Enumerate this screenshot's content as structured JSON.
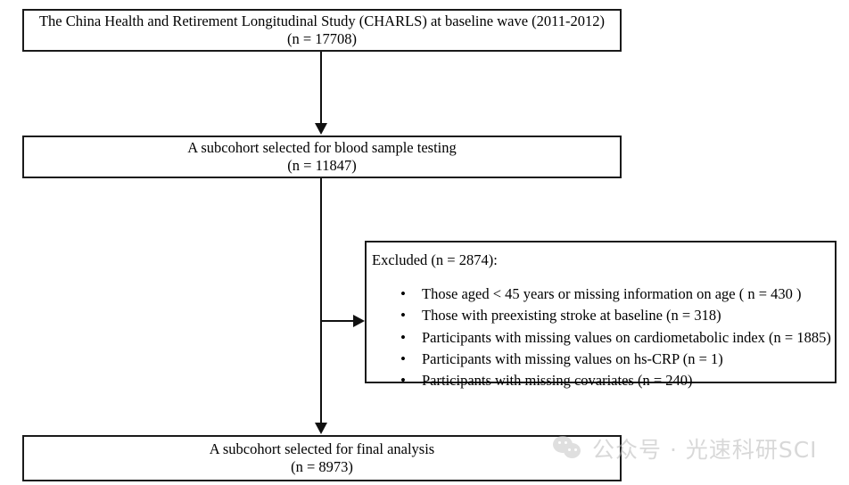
{
  "diagram": {
    "type": "flowchart",
    "title": "Participant selection flow diagram",
    "boxes": {
      "baseline": {
        "line1": "The China Health and Retirement Longitudinal Study (CHARLS) at baseline wave (2011-2012)",
        "line2": "(n = 17708)"
      },
      "blood_subcohort": {
        "line1": "A subcohort selected for blood sample testing",
        "line2": "(n = 11847)"
      },
      "excluded": {
        "title": "Excluded (n = 2874):",
        "bullet_glyph": "•",
        "items": [
          "Those aged < 45 years or missing information on age ( n = 430 )",
          "Those with preexisting stroke at baseline (n = 318)",
          "Participants with missing values on cardiometabolic index (n = 1885)",
          "Participants with missing values on hs-CRP (n = 1)",
          "Participants with missing covariates (n = 240)"
        ]
      },
      "final": {
        "line1": "A subcohort selected for final analysis",
        "line2": "(n = 8973)"
      }
    }
  },
  "watermark": {
    "text": "公众号 · 光速科研SCI",
    "logo_name": "wechat-logo"
  }
}
